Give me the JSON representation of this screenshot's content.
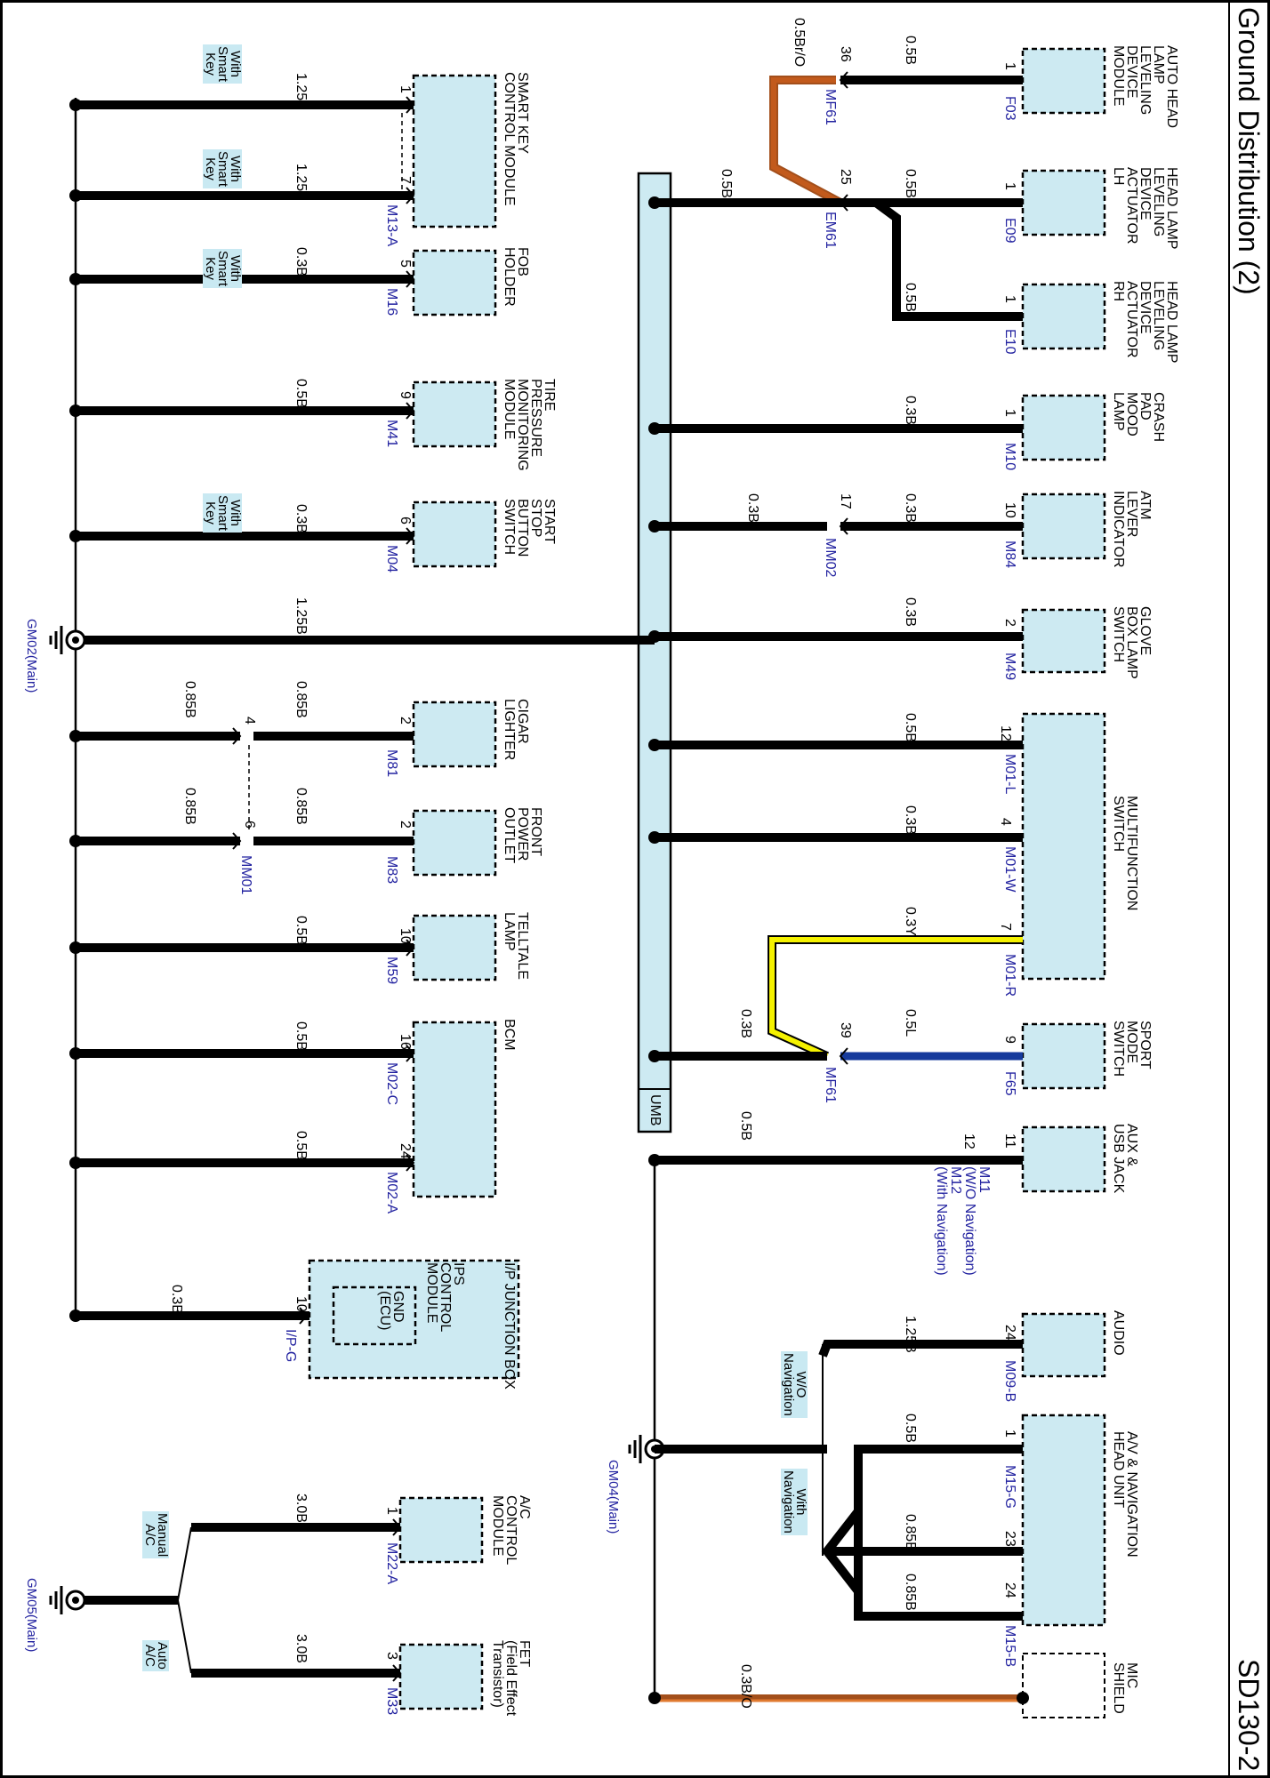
{
  "title": "Ground Distribution (2)",
  "page_code": "SD130-2",
  "colors": {
    "box_fill": "#cdeaf2",
    "wire": "#000000",
    "brown": "#a34f1b",
    "yellow": "#f5f200",
    "blue": "#163a9c",
    "ink": "#000000",
    "code": "#2323a0"
  },
  "components": [
    {
      "id": "auto_head",
      "name": "AUTO HEAD\nLAMP\nLEVELING\nDEVICE\nMODULE",
      "pin": "1",
      "connector": "F03",
      "wire": "0.5B"
    },
    {
      "id": "hl_lh",
      "name": "HEAD LAMP\nLEVELING\nDEVICE\nACTUATOR\nLH",
      "pin": "1",
      "connector": "E09",
      "wire": "0.5B"
    },
    {
      "id": "hl_rh",
      "name": "HEAD LAMP\nLEVELING\nDEVICE\nACTUATOR\nRH",
      "pin": "1",
      "connector": "E10",
      "wire": "0.5B"
    },
    {
      "id": "crash",
      "name": "CRASH\nPAD\nMOOD\nLAMP",
      "pin": "1",
      "connector": "M10",
      "wire": "0.3B"
    },
    {
      "id": "atm",
      "name": "ATM\nLEVER\nINDICATOR",
      "pin": "10",
      "connector": "M84",
      "wire": "0.3B"
    },
    {
      "id": "glove",
      "name": "GLOVE\nBOX LAMP\nSWITCH",
      "pin": "2",
      "connector": "M49",
      "wire": "0.3B"
    },
    {
      "id": "multi",
      "name": "MULTIFUNCTION\nSWITCH"
    },
    {
      "id": "sport",
      "name": "SPORT\nMODE\nSWITCH",
      "pin": "9",
      "connector": "F65",
      "wire": "0.5L"
    },
    {
      "id": "aux",
      "name": "AUX &\nUSB JACK",
      "pin": "11",
      "pin2": "12",
      "connector": "M11\n(W/O Navigation)\nM12\n(With Navigation)",
      "wire": "0.5B"
    },
    {
      "id": "audio",
      "name": "AUDIO",
      "pin": "24",
      "connector": "M09-B",
      "wire": "1.25B"
    },
    {
      "id": "avn",
      "name": "A/V & NAVIGATION\nHEAD UNIT"
    },
    {
      "id": "mic",
      "name": "MIC\nSHIELD",
      "wire": "0.3B/O"
    },
    {
      "id": "smartkey",
      "name": "SMART KEY\nCONTROL MODULE",
      "pin1": "1",
      "pin2": "7",
      "connector": "M13-A",
      "wire": "1.25B"
    },
    {
      "id": "fob",
      "name": "FOB\nHOLDER",
      "pin": "5",
      "connector": "M16",
      "wire": "0.3B"
    },
    {
      "id": "tpms",
      "name": "TIRE\nPRESSURE\nMONITORING\nMODULE",
      "pin": "9",
      "connector": "M41",
      "wire": "0.5B"
    },
    {
      "id": "start",
      "name": "START\nSTOP\nBUTTON\nSWITCH",
      "pin": "6",
      "connector": "M04",
      "wire": "0.3B"
    },
    {
      "id": "cigar",
      "name": "CIGAR\nLIGHTER",
      "pin": "2",
      "connector": "M81",
      "wire": "0.85B"
    },
    {
      "id": "front",
      "name": "FRONT\nPOWER\nOUTLET",
      "pin": "2",
      "connector": "M83",
      "wire": "0.85B"
    },
    {
      "id": "telltale",
      "name": "TELLTALE\nLAMP",
      "pin": "10",
      "connector": "M59",
      "wire": "0.5B"
    },
    {
      "id": "bcm",
      "name": "BCM",
      "pin1": "16",
      "pin2": "24",
      "connector1": "M02-C",
      "connector2": "M02-A",
      "wire": "0.5B"
    },
    {
      "id": "ipjb",
      "name": "I/P JUNCTION BOX"
    },
    {
      "id": "ips",
      "name": "IPS\nCONTROL\nMODULE",
      "gnd": "GND\n(ECU)",
      "pin": "10",
      "connector": "I/P-G",
      "wire": "0.3B"
    },
    {
      "id": "ac",
      "name": "A/C\nCONTROL\nMODULE",
      "pin": "1",
      "connector": "M22-A",
      "wire": "3.0B"
    },
    {
      "id": "fet",
      "name": "FET\n(Field Effect\nTransistor)",
      "pin": "3",
      "connector": "M33",
      "wire": "3.0B"
    }
  ],
  "multifunction": [
    {
      "pin": "12",
      "connector": "M01-L",
      "wire": "0.5B"
    },
    {
      "pin": "4",
      "connector": "M01-W",
      "wire": "0.3B"
    },
    {
      "pin": "7",
      "connector": "M01-R",
      "wire": "0.3Y"
    }
  ],
  "avn_pins": [
    {
      "pin": "1",
      "connector": "M15-G",
      "wire": "0.5B"
    },
    {
      "pin": "23",
      "wire": "0.85B"
    },
    {
      "pin": "24",
      "connector": "M15-B",
      "wire": "0.85B"
    }
  ],
  "splices": {
    "mf61_top": {
      "pin": "36",
      "code": "MF61",
      "wire": "0.5Br/O"
    },
    "em61": {
      "pin": "25",
      "code": "EM61",
      "wire": "0.5B"
    },
    "mm02": {
      "pin": "17",
      "code": "MM02",
      "wire": "0.3B"
    },
    "mf61_bottom": {
      "pin": "39",
      "code": "MF61",
      "wire": "0.3B"
    },
    "mm01": {
      "pin_a": "4",
      "pin_b": "6",
      "code": "MM01",
      "wire": "0.85B"
    }
  },
  "umb_label": "UMB",
  "notes": {
    "with_smart_key": "With\nSmart\nKey",
    "wo_navigation": "W/O\nNavigation",
    "with_navigation": "With\nNavigation",
    "manual_ac": "Manual\nA/C",
    "auto_ac": "Auto\nA/C"
  },
  "grounds": [
    {
      "id": "gm02",
      "label": "GM02(Main)",
      "wire": "1.25B"
    },
    {
      "id": "gm04",
      "label": "GM04(Main)"
    },
    {
      "id": "gm05",
      "label": "GM05(Main)"
    }
  ]
}
